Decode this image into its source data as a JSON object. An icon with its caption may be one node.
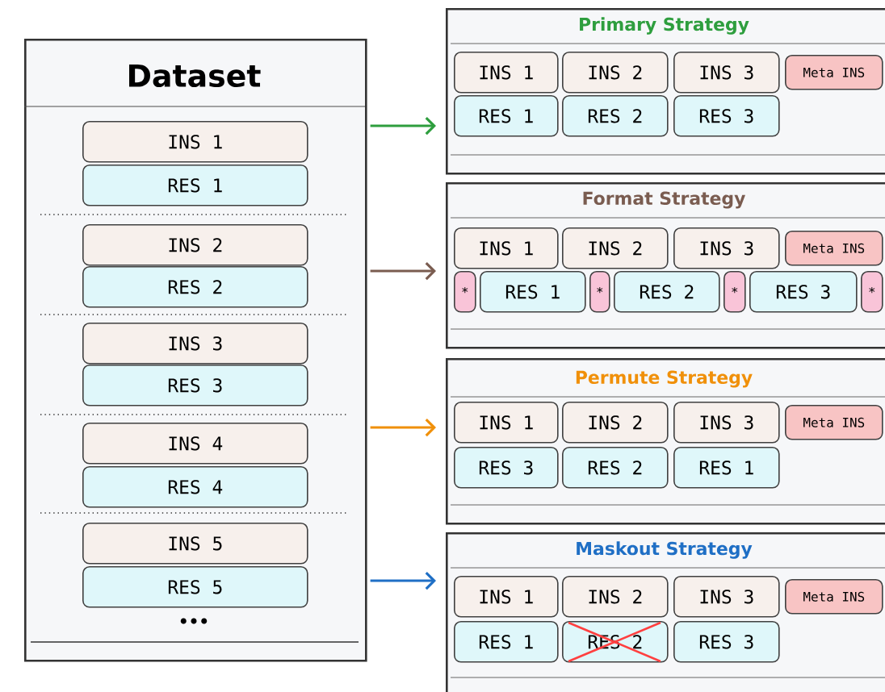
{
  "diagram": {
    "nodes": [
      {
        "text": [
          "Dataset"
        ]
      },
      {
        "text": [
          "INS 1"
        ],
        "in": 0
      },
      {
        "text": [
          "RES 1"
        ],
        "in": 0
      },
      {
        "text": [
          "INS 2"
        ],
        "in": 0
      },
      {
        "text": [
          "RES 2"
        ],
        "in": 0
      },
      {
        "text": [
          "INS 3"
        ],
        "in": 0
      },
      {
        "text": [
          "RES 3"
        ],
        "in": 0
      },
      {
        "text": [
          "INS 4"
        ],
        "in": 0
      },
      {
        "text": [
          "RES 4"
        ],
        "in": 0
      },
      {
        "text": [
          "INS 5"
        ],
        "in": 0
      },
      {
        "text": [
          "RES 5"
        ],
        "in": 0
      },
      {
        "text": [
          "Primary Strategy"
        ]
      },
      {
        "text": [
          "INS 1"
        ],
        "in": 11
      },
      {
        "text": [
          "INS 2"
        ],
        "in": 11
      },
      {
        "text": [
          "INS 3"
        ],
        "in": 11
      },
      {
        "text": [
          "Meta INS"
        ],
        "in": 11
      },
      {
        "text": [
          "RES 1"
        ],
        "in": 11
      },
      {
        "text": [
          "RES 2"
        ],
        "in": 11
      },
      {
        "text": [
          "RES 3"
        ],
        "in": 11
      },
      {
        "text": [
          "Format Strategy"
        ]
      },
      {
        "text": [
          "INS 1"
        ],
        "in": 19
      },
      {
        "text": [
          "INS 2"
        ],
        "in": 19
      },
      {
        "text": [
          "INS 3"
        ],
        "in": 19
      },
      {
        "text": [
          "Meta INS"
        ],
        "in": 19
      },
      {
        "text": [
          "*"
        ],
        "in": 19
      },
      {
        "text": [
          "RES 1"
        ],
        "in": 19
      },
      {
        "text": [
          "*"
        ],
        "in": 19
      },
      {
        "text": [
          "RES 2"
        ],
        "in": 19
      },
      {
        "text": [
          "*"
        ],
        "in": 19
      },
      {
        "text": [
          "RES 3"
        ],
        "in": 19
      },
      {
        "text": [
          "*"
        ],
        "in": 19
      },
      {
        "text": [
          "Permute Strategy"
        ]
      },
      {
        "text": [
          "INS 1"
        ],
        "in": 31
      },
      {
        "text": [
          "INS 2"
        ],
        "in": 31
      },
      {
        "text": [
          "INS 3"
        ],
        "in": 31
      },
      {
        "text": [
          "Meta INS"
        ],
        "in": 31
      },
      {
        "text": [
          "RES 3"
        ],
        "in": 31
      },
      {
        "text": [
          "RES 2"
        ],
        "in": 31
      },
      {
        "text": [
          "RES 1"
        ],
        "in": 31
      },
      {
        "text": [
          "Maskout Strategy"
        ]
      },
      {
        "text": [
          "INS 1"
        ],
        "in": 39
      },
      {
        "text": [
          "INS 2"
        ],
        "in": 39
      },
      {
        "text": [
          "INS 3"
        ],
        "in": 39
      },
      {
        "text": [
          "Meta INS"
        ],
        "in": 39
      },
      {
        "text": [
          "RES 1"
        ],
        "in": 39
      },
      {
        "text": [
          "RES 2"
        ],
        "in": 39
      },
      {
        "text": [
          "RES 3"
        ],
        "in": 39
      }
    ],
    "edges": [
      {
        "from": 0,
        "to": 11,
        "arrow": "to",
        "color": "#2e9e3e"
      },
      {
        "from": 0,
        "to": 19,
        "arrow": "to",
        "color": "#7a5c50"
      },
      {
        "from": 0,
        "to": 31,
        "arrow": "to",
        "color": "#f0900a"
      },
      {
        "from": 0,
        "to": 39,
        "arrow": "to",
        "color": "#1f6fc5"
      }
    ],
    "labels": [
      "•••"
    ]
  }
}
